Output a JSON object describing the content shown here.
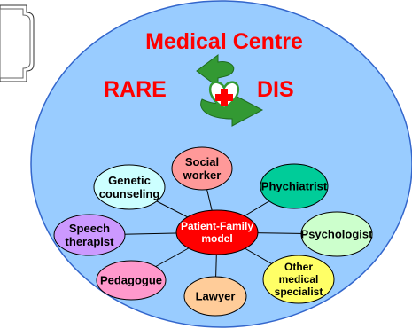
{
  "title": "Medical Centre",
  "left_label": "RARE",
  "right_label": "DIS",
  "center_node": "Patient-Family model",
  "nodes": [
    {
      "id": "social-worker",
      "label": "Social worker",
      "color": "#FF9999"
    },
    {
      "id": "phychiatrist",
      "label": "Phychiatrist",
      "color": "#00CC99"
    },
    {
      "id": "psychologist",
      "label": "Psychologist",
      "color": "#CCFFCC"
    },
    {
      "id": "other-medical-specialist",
      "label": "Other medical specialist",
      "color": "#FFFF66"
    },
    {
      "id": "lawyer",
      "label": "Lawyer",
      "color": "#FFCC99"
    },
    {
      "id": "pedagogue",
      "label": "Pedagogue",
      "color": "#FF99CC"
    },
    {
      "id": "speech-therapist",
      "label": "Speech therapist",
      "color": "#CC99FF"
    },
    {
      "id": "genetic-counseling",
      "label": "Genetic counseling",
      "color": "#CCFFFF"
    }
  ],
  "colors": {
    "background_circle": "#99CCFF",
    "title_text": "#FF0000",
    "center_node": "#FF0000",
    "arrows": "#339933",
    "cross": "#FF0000"
  }
}
